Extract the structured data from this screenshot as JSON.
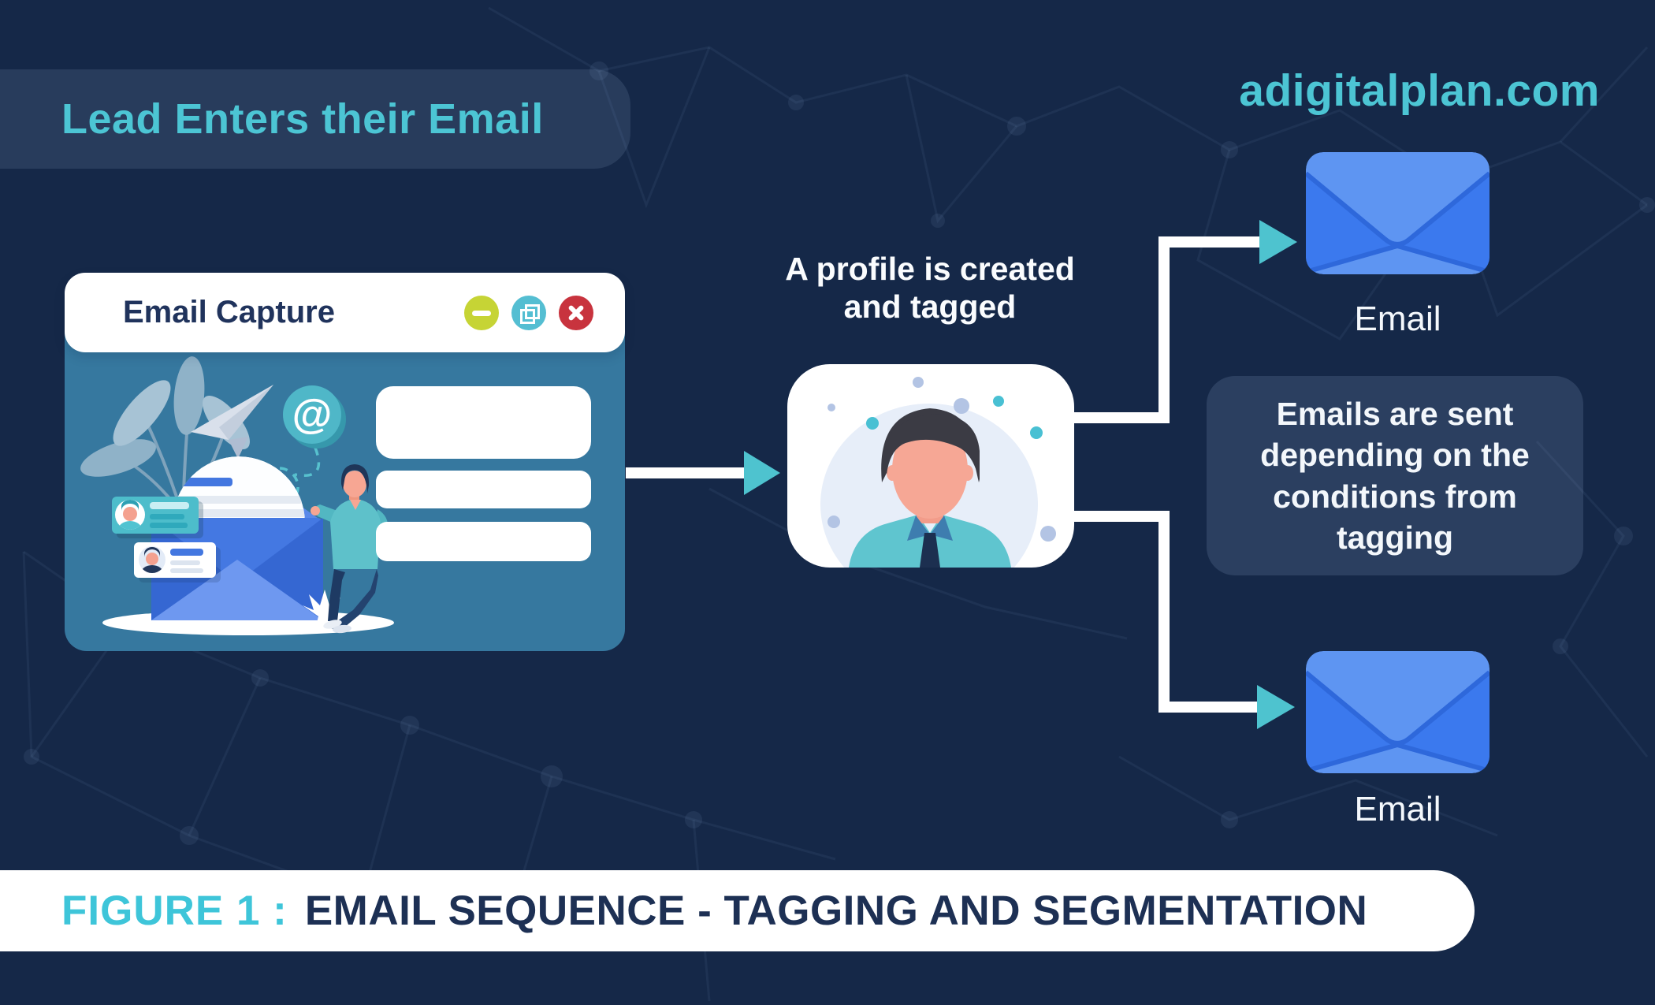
{
  "header": {
    "title": "Lead Enters their Email",
    "brand": "adigitalplan.com"
  },
  "capture_window": {
    "title": "Email Capture",
    "controls": [
      {
        "name": "minimize",
        "icon": "minus-icon",
        "color": "#C6D435"
      },
      {
        "name": "restore",
        "icon": "restore-icon",
        "color": "#54BED2"
      },
      {
        "name": "close",
        "icon": "close-icon",
        "color": "#C8333E"
      }
    ],
    "form_fields": 3
  },
  "flow": {
    "profile_label": "A profile is created and tagged",
    "condition_note": "Emails are sent depending on the conditions from tagging",
    "email_top_label": "Email",
    "email_bottom_label": "Email"
  },
  "figure": {
    "label": "FIGURE 1 :",
    "caption": "EMAIL SEQUENCE - TAGGING AND SEGMENTATION"
  },
  "colors": {
    "background_navy": "#152848",
    "accent_teal": "#4CC5D4",
    "arrowhead_teal": "#4EC3CF",
    "window_blue": "#36789F",
    "envelope_light": "#5E95F2",
    "envelope_dark": "#3B79EE",
    "banner_text_navy": "#1D3054"
  }
}
